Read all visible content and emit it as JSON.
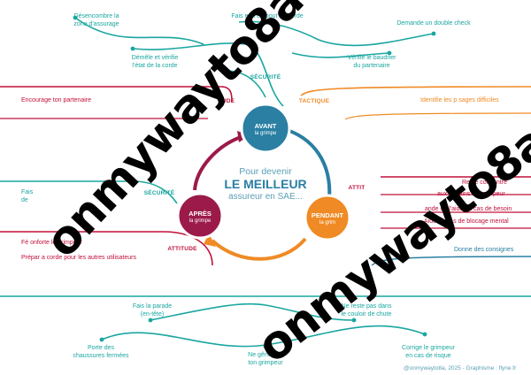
{
  "center": {
    "line1": "Pour devenir",
    "line2": "LE MEILLEUR",
    "line3": "assureur en SAE..."
  },
  "phases": {
    "avant": {
      "title": "AVANT",
      "sub": "la grimpe",
      "color": "#2a7fa3"
    },
    "pendant": {
      "title": "PENDANT",
      "sub": "la grim",
      "color": "#f08a24"
    },
    "apres": {
      "title": "APRÈS",
      "sub": "la grimpe",
      "color": "#9c1a4a"
    }
  },
  "categories": {
    "securite_top": "SÉCURITÉ",
    "attitude_top": "UDE",
    "tactique": "TACTIQUE",
    "attitude_right": "ATTIT",
    "securite_left": "SÉCURITÉ",
    "attitude_bottom": "ATTITUDE"
  },
  "labels": {
    "desencombre": [
      "Désencombre la",
      "zone d'assurage"
    ],
    "noeud": "Fais        eud en bout de corde",
    "double_check": "Demande un double check",
    "demele": [
      "Démêle et vérifie",
      "l'état de la corde"
    ],
    "baudrier": [
      "Vérifie le baudrier",
      "du partenaire"
    ],
    "encourage": "Encourage ton partenaire",
    "passages": "Identifie les p   sages difficiles",
    "concentre": "Reste concentré",
    "besoins": "aux besoins du grimpeur",
    "aide": "ande de l'aide en cas de besoin",
    "blocage": "Aide en cas de blocage mental",
    "fais_left": [
      "Fais",
      "de"
    ],
    "reconforte": "Fé       onforte le grimpeur",
    "prepare": "Prépar     a corde pour les autres utilisateurs",
    "consignes": "Donne des consignes",
    "parade": [
      "Fais la parade",
      "(en-tête)"
    ],
    "couloir": [
      "Ne reste pas dans",
      "le couloir de chute"
    ],
    "chaussures": [
      "Porte des",
      "chaussures fermées"
    ],
    "gene": [
      "Ne gêne pas",
      "ton grimpeur"
    ],
    "corrige": [
      "Corrige le grimpeur",
      "en cas de risque"
    ]
  },
  "watermark": "onmywayto8a",
  "credit": "@onmywayto8a, 2025 - Graphisme : flyne.fr",
  "colors": {
    "teal": "#1aa6a0",
    "red": "#c0103a",
    "orange": "#f08a24",
    "blue": "#2a7fa3",
    "maroon": "#9c1a4a"
  }
}
